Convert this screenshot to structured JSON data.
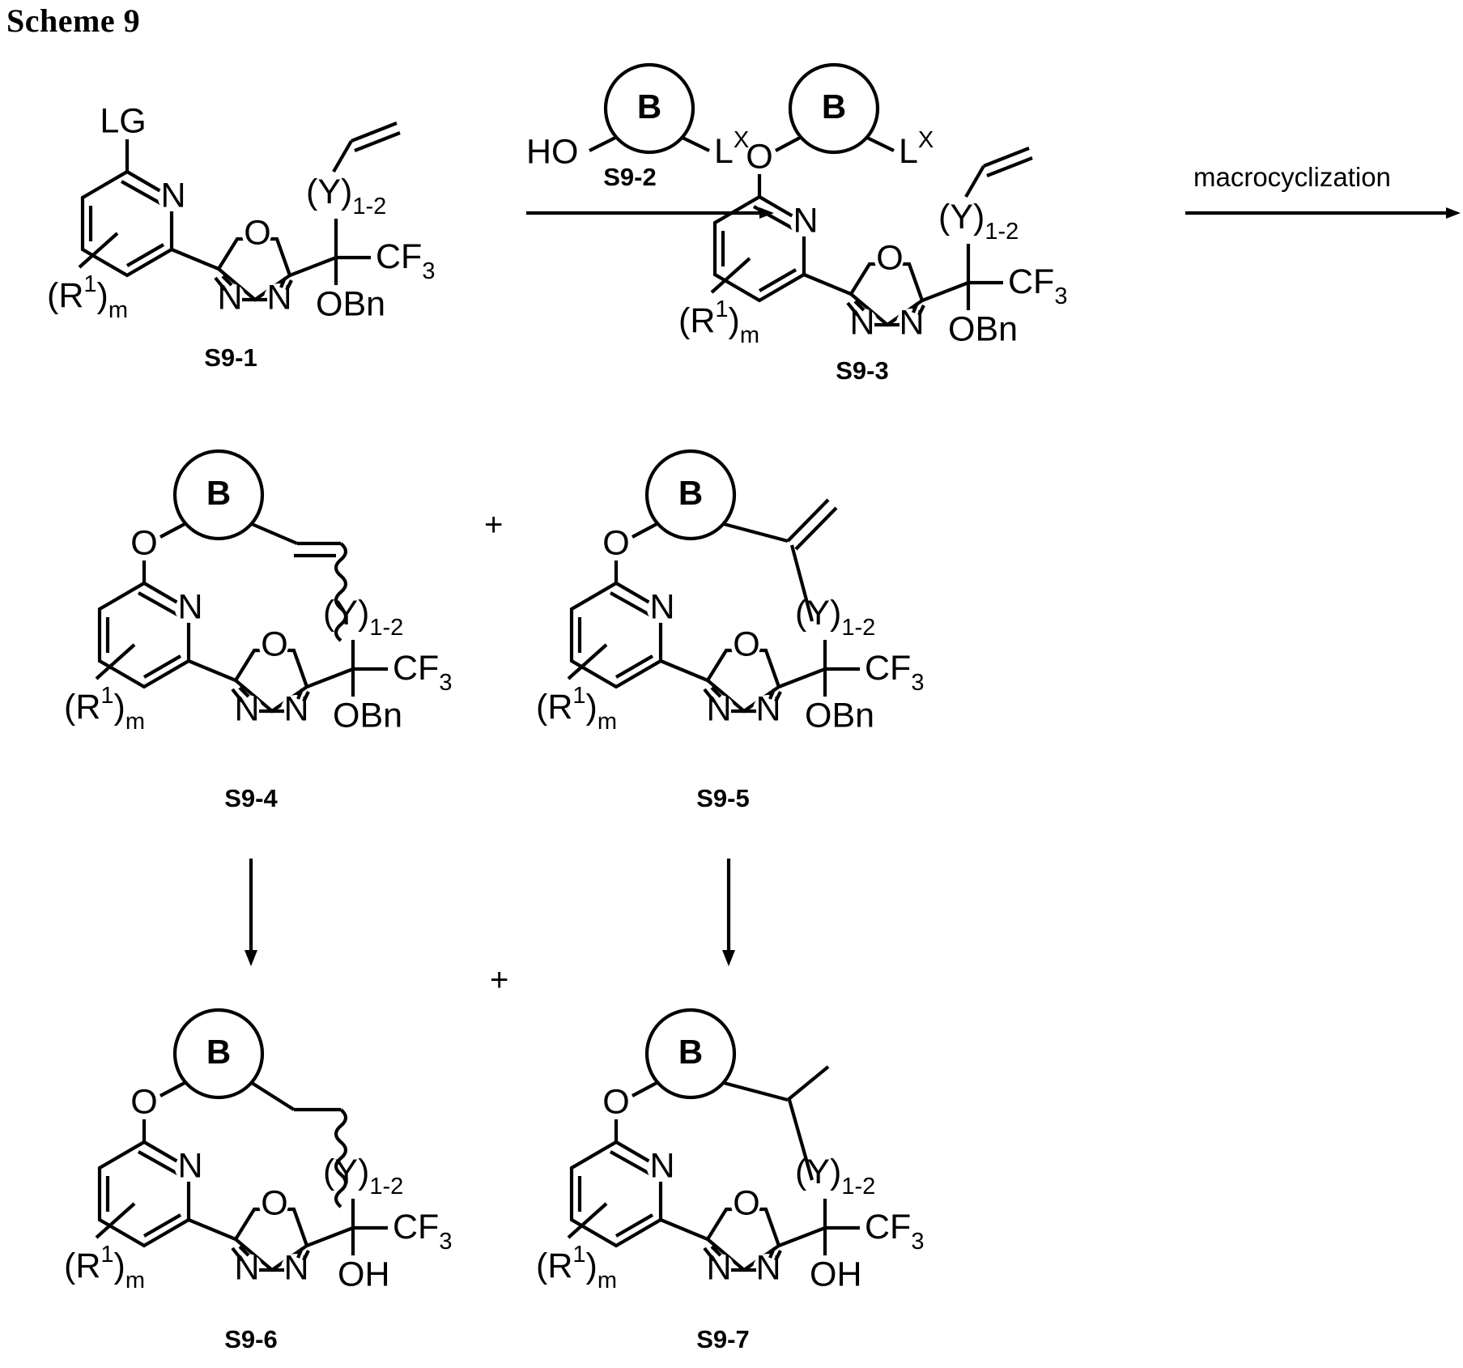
{
  "scheme": {
    "title": "Scheme 9"
  },
  "labels": {
    "s9_1": "S9-1",
    "s9_2": "S9-2",
    "s9_3": "S9-3",
    "s9_4": "S9-4",
    "s9_5": "S9-5",
    "s9_6": "S9-6",
    "s9_7": "S9-7"
  },
  "arrows": {
    "step1_label": "S9-2",
    "step2_label": "macrocyclization",
    "plus_middle": "+",
    "plus_bottom": "+"
  },
  "atoms": {
    "nitrogen": "N",
    "oxygen": "O",
    "ring_b": "B",
    "hydroxyl_left": "HO",
    "hydroxyl": "OH",
    "leaving_group": "LG",
    "linker_l": "L",
    "linker_x": "X",
    "cf3": "CF",
    "cf3_sub": "3",
    "obn": "OBn",
    "y_group": "(Y)",
    "y_sub": "1-2",
    "r1_open": "(R",
    "r1_sup": "1",
    "r1_close": ")",
    "r1_sub": "m"
  },
  "structures": [
    {
      "id": "s9-1",
      "name": "pyridine-oxadiazole-vinyl-precursor",
      "label": "S9-1",
      "substituents": [
        "LG",
        "(R1)m",
        "CF3",
        "OBn",
        "(Y)1-2",
        "vinyl"
      ],
      "cores": [
        "pyridine",
        "1,3,4-oxadiazole"
      ]
    },
    {
      "id": "s9-2",
      "name": "phenol-linker-reagent",
      "label": "S9-2",
      "substituents": [
        "HO",
        "LX"
      ],
      "cores": [
        "B-ring"
      ]
    },
    {
      "id": "s9-3",
      "name": "aryl-ether-coupled-intermediate",
      "label": "S9-3",
      "substituents": [
        "O",
        "LX",
        "(R1)m",
        "CF3",
        "OBn",
        "(Y)1-2",
        "vinyl"
      ],
      "cores": [
        "B-ring",
        "pyridine",
        "1,3,4-oxadiazole"
      ]
    },
    {
      "id": "s9-4",
      "name": "macrocycle-internal-alkene",
      "label": "S9-4",
      "substituents": [
        "O",
        "(R1)m",
        "CF3",
        "OBn",
        "(Y)1-2"
      ],
      "cores": [
        "B-ring",
        "pyridine",
        "1,3,4-oxadiazole"
      ],
      "alkene": "endocyclic-cis"
    },
    {
      "id": "s9-5",
      "name": "macrocycle-exocyclic-alkene",
      "label": "S9-5",
      "substituents": [
        "O",
        "(R1)m",
        "CF3",
        "OBn",
        "(Y)1-2"
      ],
      "cores": [
        "B-ring",
        "pyridine",
        "1,3,4-oxadiazole"
      ],
      "alkene": "exocyclic-methylene"
    },
    {
      "id": "s9-6",
      "name": "saturated-macrocycle-alcohol",
      "label": "S9-6",
      "substituents": [
        "O",
        "(R1)m",
        "CF3",
        "OH",
        "(Y)1-2"
      ],
      "cores": [
        "B-ring",
        "pyridine",
        "1,3,4-oxadiazole"
      ],
      "alkene": "none"
    },
    {
      "id": "s9-7",
      "name": "branched-macrocycle-alcohol",
      "label": "S9-7",
      "substituents": [
        "O",
        "(R1)m",
        "CF3",
        "OH",
        "(Y)1-2",
        "methyl"
      ],
      "cores": [
        "B-ring",
        "pyridine",
        "1,3,4-oxadiazole"
      ],
      "alkene": "none"
    }
  ]
}
